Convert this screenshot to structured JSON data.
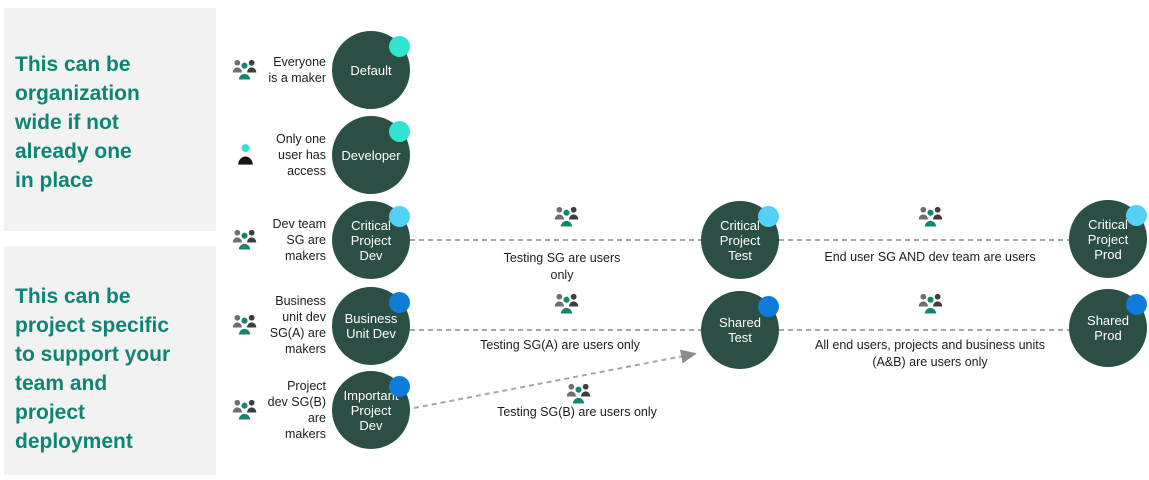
{
  "colors": {
    "panel_bg": "#f2f2f2",
    "heading_teal": "#0e8476",
    "node_green": "#2b4f44",
    "badge_turquoise": "#31e4d1",
    "badge_sky": "#52d0f5",
    "badge_blue": "#0f7cd9",
    "person_teal": "#15866e",
    "person_head_cyan": "#35e0d2",
    "person_gray": "#6f6f6f",
    "person_dark": "#3d3d3d",
    "line_gray": "#a6a6a6",
    "body_text": "#1d1d1d"
  },
  "side_panels": {
    "top": "This can be\norganization\nwide if not\nalready one\nin place",
    "bottom": "This can be\nproject specific\nto support your\nteam and\nproject\ndeployment"
  },
  "maker_labels": [
    {
      "icon": "people-group",
      "text": "Everyone\nis a maker"
    },
    {
      "icon": "single-user",
      "text": "Only one\nuser has\naccess"
    },
    {
      "icon": "people-group",
      "text": "Dev team\nSG are\nmakers"
    },
    {
      "icon": "people-group",
      "text": "Business\nunit dev\nSG(A) are\nmakers"
    },
    {
      "icon": "people-group",
      "text": "Project\ndev SG(B)\nare\nmakers"
    }
  ],
  "environments": [
    {
      "name": "Default",
      "badge_color": "#31e4d1"
    },
    {
      "name": "Developer",
      "badge_color": "#31e4d1"
    },
    {
      "name": "Critical\nProject\nDev",
      "badge_color": "#52d0f5"
    },
    {
      "name": "Business\nUnit Dev",
      "badge_color": "#0f7cd9"
    },
    {
      "name": "Important\nProject\nDev",
      "badge_color": "#0f7cd9"
    },
    {
      "name": "Critical\nProject\nTest",
      "badge_color": "#52d0f5"
    },
    {
      "name": "Shared\nTest",
      "badge_color": "#0f7cd9"
    },
    {
      "name": "Critical\nProject\nProd",
      "badge_color": "#52d0f5"
    },
    {
      "name": "Shared\nProd",
      "badge_color": "#0f7cd9"
    }
  ],
  "flow_notes": [
    {
      "text": "Testing SG are users\nonly"
    },
    {
      "text": "End user SG AND dev team are users"
    },
    {
      "text": "Testing SG(A) are users only"
    },
    {
      "text": "All end users, projects and business units\n(A&B) are users only"
    },
    {
      "text": "Testing SG(B) are users only"
    }
  ]
}
